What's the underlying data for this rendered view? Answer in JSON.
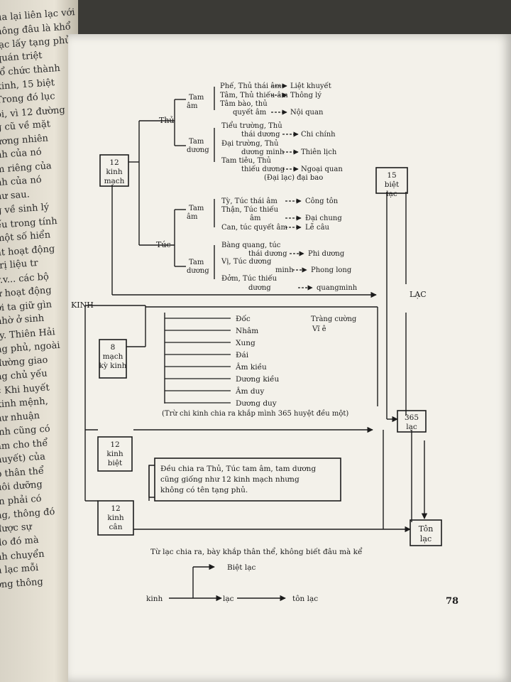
{
  "left_page_lines": [
    "ua lại liên lạc với",
    "hông đâu là khổ",
    "lạc lấy tạng phủ",
    "quán triệt",
    "tổ chức thành",
    "kinh, 15 biệt",
    "Trong đó lục",
    "ói, vì 12 đường",
    "g cũ về mặt",
    "ương nhiên",
    "nh của nó",
    "m riêng của",
    "nh của nó",
    "hư sau.",
    "g về sinh lý",
    "ếu trong tính",
    "một số hiển",
    "ật hoạt động",
    "trị liệu tr",
    "v.v... các bộ",
    "ự hoạt động",
    "ời ta giữ gìn",
    "nhờ ở sinh",
    "ty. Thiên Hải",
    "ng phủ, ngoài",
    "đường giao",
    "ng chủ yếu",
    "« Khi huyết",
    "kinh mệnh,",
    "hư nhuận",
    "inh cũng có",
    "àm cho thể",
    "huyết) của",
    "p thân thể",
    "uôi dưỡng",
    "in phải có",
    "ng, thông đó",
    "được sự",
    "do đó mà",
    "nh chuyển",
    "h lạc mỗi",
    "ờng thông"
  ],
  "diagram": {
    "root_label": "KINH",
    "boxes": {
      "twelve_main": [
        "12",
        "kinh",
        "mạch"
      ],
      "eight_extra": [
        "8",
        "mạch",
        "kỳ kinh"
      ],
      "twelve_divergent": [
        "12",
        "kinh",
        "biệt"
      ],
      "twelve_sinew": [
        "12",
        "kinh",
        "cân"
      ],
      "fifteen_collaterals": [
        "15",
        "biệt",
        "lạc"
      ],
      "three65_collaterals": [
        "365",
        "lạc"
      ],
      "minute_collaterals": [
        "Tôn",
        "lạc"
      ]
    },
    "hand_label": "Thủ",
    "foot_label": "Túc",
    "yin_label": [
      "Tam",
      "âm"
    ],
    "yang_label": [
      "Tam",
      "dương"
    ],
    "hand_yin": [
      "Phế, Thủ thái âm",
      "Tâm, Thủ thiếu âm",
      "Tâm bào, thủ",
      "quyết âm"
    ],
    "hand_yin_targets": [
      "Liệt khuyết",
      "Thông lý",
      "Nội quan"
    ],
    "hand_yang": [
      "Tiểu trường, Thủ",
      "thái dương",
      "Đại trường, Thủ",
      "dương minh",
      "Tam tiêu, Thủ",
      "thiếu dương"
    ],
    "hand_yang_targets": [
      "Chi chính",
      "Thiên lịch",
      "Ngoại quan"
    ],
    "big_spleen": "(Đại lạc) đại bao",
    "foot_yin": [
      "Tỳ, Túc thái âm",
      "Thận, Túc thiếu",
      "âm",
      "Can, túc quyết âm"
    ],
    "foot_yin_targets": [
      "Công tôn",
      "Đại chung",
      "Lễ câu"
    ],
    "foot_yang": [
      "Bàng quang, túc",
      "thái dương",
      "Vị, Túc dương",
      "minh",
      "Đởm, Túc thiếu",
      "dương"
    ],
    "foot_yang_targets": [
      "Phi dương",
      "Phong long",
      "quangminh"
    ],
    "eight_vessels": [
      "Đốc",
      "Nhâm",
      "Xung",
      "Đái",
      "Âm kiều",
      "Dương kiều",
      "Âm duy",
      "Dương duy"
    ],
    "eight_notes": [
      "Tràng cường",
      "Vĩ ê"
    ],
    "eight_caption": "(Trừ chi kinh chia ra khắp mình 365 huyệt đều một)",
    "divergent_note": [
      "Đều chia ra Thủ, Túc tam âm, tam dương",
      "cũng giống như 12 kinh mạch nhưng",
      "không có tên tạng phủ."
    ],
    "lac_label": "LẠC"
  },
  "footer": {
    "sentence": "Từ lạc chia ra, bày khắp thân thể, không biết đâu mà kể",
    "flow": {
      "biet_lac": "Biệt lạc",
      "kinh": "kinh",
      "lac": "lạc",
      "ton_lac": "tôn lạc"
    }
  },
  "page_number": "78"
}
